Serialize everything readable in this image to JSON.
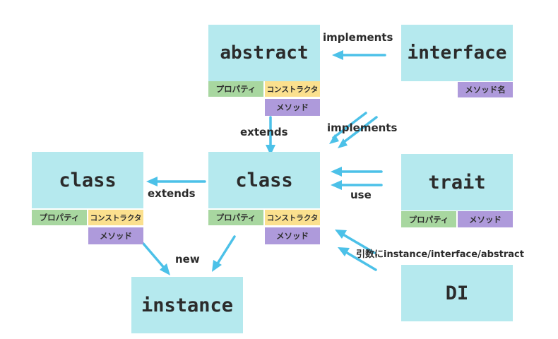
{
  "boxes": {
    "abstract": "abstract",
    "interface": "interface",
    "class_center": "class",
    "class_left": "class",
    "trait": "trait",
    "instance": "instance",
    "di": "DI"
  },
  "tags": {
    "abstract_property": "プロパティ",
    "abstract_constructor": "コンストラクタ",
    "abstract_method": "メソッド",
    "interface_method_name": "メソッド名",
    "class_left_property": "プロパティ",
    "class_left_constructor": "コンストラクタ",
    "class_left_method": "メソッド",
    "class_center_property": "プロパティ",
    "class_center_constructor": "コンストラクタ",
    "class_center_method": "メソッド",
    "trait_property": "プロパティ",
    "trait_method": "メソッド"
  },
  "edges": {
    "interface_to_abstract": "implements",
    "abstract_to_class": "extends",
    "interface_to_class": "implements",
    "class_to_class_left": "extends",
    "trait_to_class": "use",
    "class_left_to_instance": "new",
    "di_to_class": "引数にinstance/interface/abstract"
  },
  "colors": {
    "box_fill": "#b5e9ee",
    "arrow": "#4cc1e8",
    "property_tag": "#a8d7a0",
    "constructor_tag": "#fbe08e",
    "method_tag": "#ae9adb"
  }
}
